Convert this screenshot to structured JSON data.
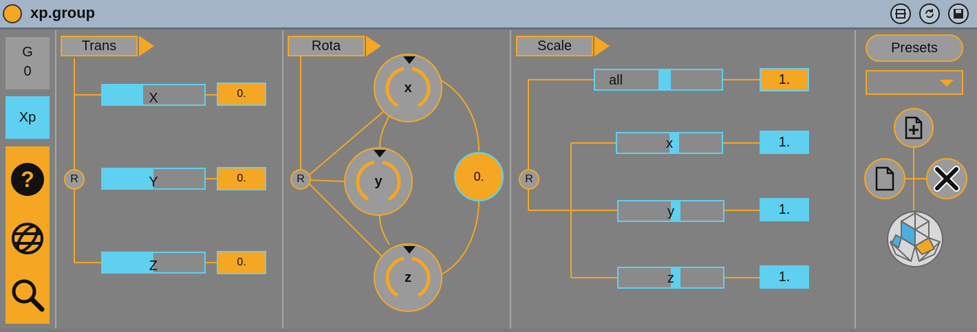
{
  "window": {
    "title": "xp.group"
  },
  "sidebar": {
    "group_label": "G",
    "group_value": "0",
    "xp_label": "Xp",
    "tools": [
      {
        "icon": "help-icon"
      },
      {
        "icon": "globe-icon"
      },
      {
        "icon": "search-icon"
      }
    ]
  },
  "trans": {
    "header": "Trans",
    "reset": "R",
    "sliders": [
      {
        "label": "X",
        "value": "0.",
        "fill": 0.4
      },
      {
        "label": "Y",
        "value": "0.",
        "fill": 0.5
      },
      {
        "label": "Z",
        "value": "0.",
        "fill": 0.5
      }
    ]
  },
  "rota": {
    "header": "Rota",
    "reset": "R",
    "value": "0.",
    "knobs": [
      {
        "label": "x"
      },
      {
        "label": "y"
      },
      {
        "label": "z"
      }
    ]
  },
  "scale": {
    "header": "Scale",
    "reset": "R",
    "all": {
      "label": "all",
      "value": "1."
    },
    "sliders": [
      {
        "label": "x",
        "value": "1."
      },
      {
        "label": "y",
        "value": "1."
      },
      {
        "label": "z",
        "value": "1."
      }
    ]
  },
  "presets": {
    "button": "Presets",
    "menu_value": ""
  },
  "colors": {
    "accent": "#f5a623",
    "cyan": "#5fd0ef",
    "panel": "#808080",
    "titlebar": "#a2b4c6"
  }
}
